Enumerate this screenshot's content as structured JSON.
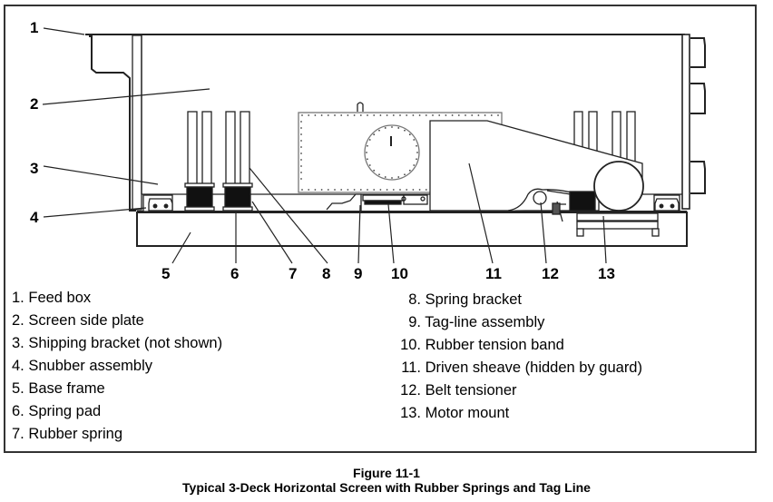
{
  "figure": {
    "number_label": "Figure 11-1",
    "title": "Typical 3-Deck Horizontal Screen with Rubber Springs and Tag Line"
  },
  "callouts": [
    "1",
    "2",
    "3",
    "4",
    "5",
    "6",
    "7",
    "8",
    "9",
    "10",
    "11",
    "12",
    "13"
  ],
  "legend": {
    "left": [
      {
        "num": "1.",
        "label": "Feed box"
      },
      {
        "num": "2.",
        "label": "Screen side plate"
      },
      {
        "num": "3.",
        "label": "Shipping bracket (not shown)"
      },
      {
        "num": "4.",
        "label": "Snubber assembly"
      },
      {
        "num": "5.",
        "label": "Base frame"
      },
      {
        "num": "6.",
        "label": "Spring pad"
      },
      {
        "num": "7.",
        "label": "Rubber spring"
      }
    ],
    "right": [
      {
        "num": "8.",
        "label": "Spring bracket"
      },
      {
        "num": "9.",
        "label": "Tag-line assembly"
      },
      {
        "num": "10.",
        "label": "Rubber tension band"
      },
      {
        "num": "11.",
        "label": "Driven sheave (hidden by guard)"
      },
      {
        "num": "12.",
        "label": "Belt tensioner"
      },
      {
        "num": "13.",
        "label": "Motor mount"
      }
    ]
  }
}
